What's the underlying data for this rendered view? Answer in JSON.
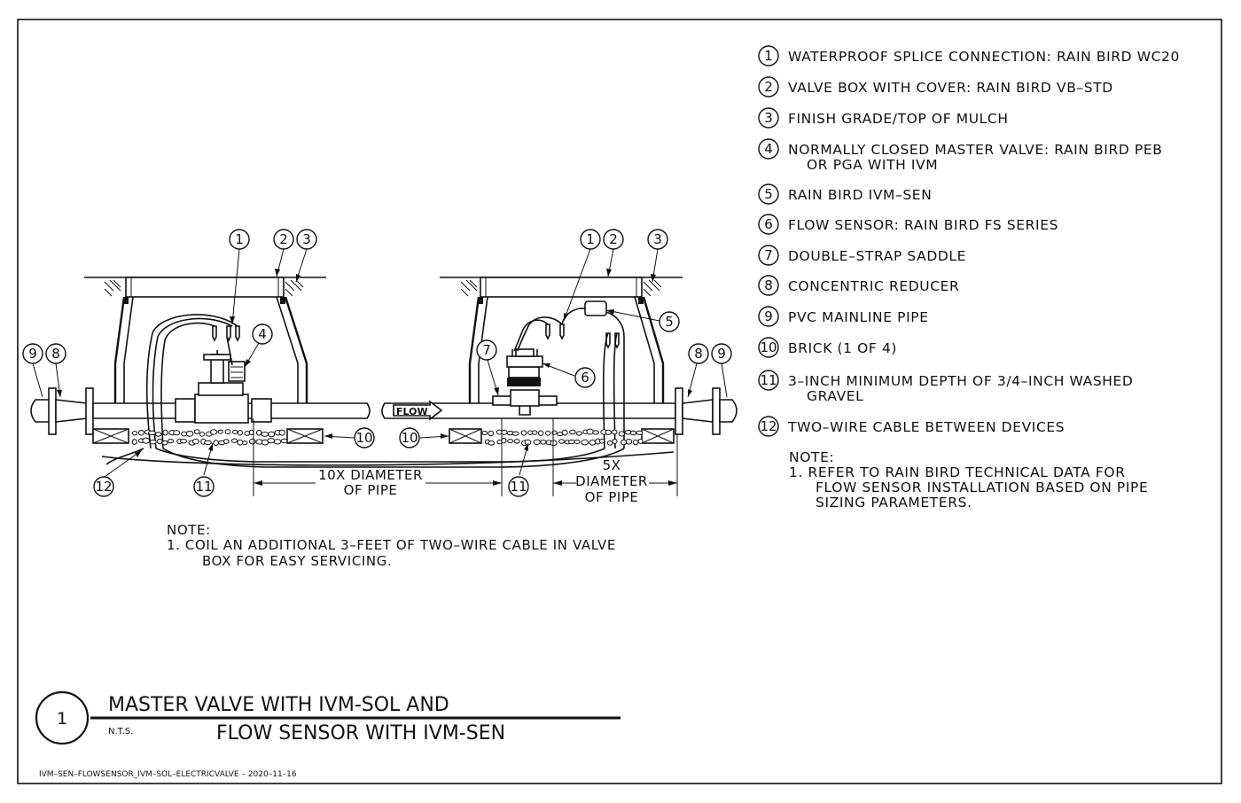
{
  "legend": [
    {
      "n": "1",
      "text": "WATERPROOF SPLICE CONNECTION: RAIN BIRD WC20",
      "text2": ""
    },
    {
      "n": "2",
      "text": "VALVE BOX WITH COVER: RAIN BIRD VB–STD",
      "text2": ""
    },
    {
      "n": "3",
      "text": "FINISH GRADE/TOP OF MULCH",
      "text2": ""
    },
    {
      "n": "4",
      "text": "NORMALLY CLOSED MASTER VALVE: RAIN BIRD PEB",
      "text2": "OR PGA WITH IVM"
    },
    {
      "n": "5",
      "text": "RAIN BIRD IVM–SEN",
      "text2": ""
    },
    {
      "n": "6",
      "text": "FLOW SENSOR: RAIN BIRD FS SERIES",
      "text2": ""
    },
    {
      "n": "7",
      "text": "DOUBLE–STRAP SADDLE",
      "text2": ""
    },
    {
      "n": "8",
      "text": "CONCENTRIC REDUCER",
      "text2": ""
    },
    {
      "n": "9",
      "text": "PVC MAINLINE PIPE",
      "text2": ""
    },
    {
      "n": "10",
      "text": "BRICK (1 OF 4)",
      "text2": ""
    },
    {
      "n": "11",
      "text": "3–INCH MINIMUM DEPTH OF 3/4–INCH WASHED",
      "text2": "GRAVEL"
    },
    {
      "n": "12",
      "text": "TWO–WIRE CABLE BETWEEN DEVICES",
      "text2": ""
    }
  ],
  "right_note": {
    "heading": "NOTE:",
    "line1": "1.   REFER TO RAIN BIRD TECHNICAL DATA FOR",
    "line2": "FLOW SENSOR INSTALLATION BASED ON PIPE",
    "line3": "SIZING PARAMETERS."
  },
  "left_note": {
    "heading": "NOTE:",
    "line1": "1.   COIL AN ADDITIONAL 3–FEET OF TWO–WIRE CABLE IN VALVE",
    "line2": "BOX FOR EASY SERVICING."
  },
  "dimensions": {
    "ten_x_line1": "10X DIAMETER",
    "ten_x_line2": "OF PIPE",
    "five_x_line1": "5X",
    "five_x_line2": "DIAMETER",
    "five_x_line3": "OF PIPE"
  },
  "flow_label": "FLOW",
  "callouts": {
    "c1": "1",
    "c2": "2",
    "c3": "3",
    "c4": "4",
    "c5": "5",
    "c6": "6",
    "c7": "7",
    "c8": "8",
    "c9": "9",
    "c10": "10",
    "c11": "11",
    "c12": "12"
  },
  "title": {
    "detail_number": "1",
    "line1": "MASTER VALVE WITH IVM-SOL AND",
    "line2": "FLOW SENSOR WITH IVM-SEN",
    "scale": "N.T.S."
  },
  "file_stamp": "IVM–SEN–FLOWSENSOR_IVM–SOL–ELECTRICVALVE  –  2020–11–16"
}
